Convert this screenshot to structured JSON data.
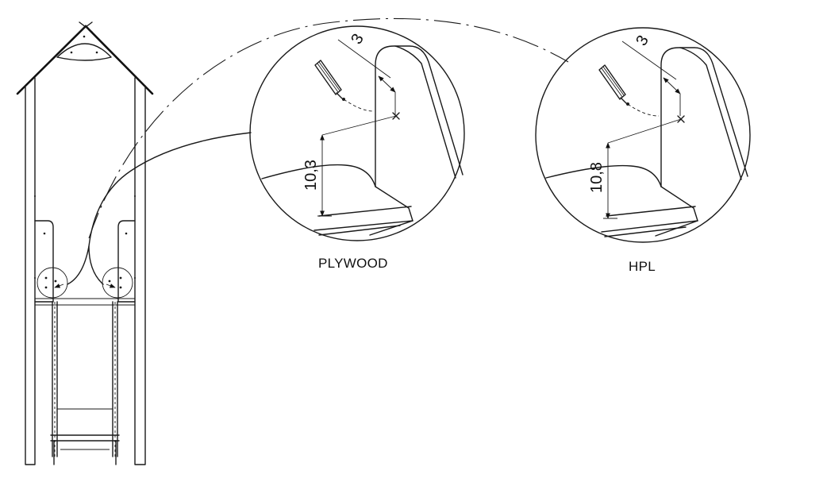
{
  "details": [
    {
      "label": "PLYWOOD",
      "dimension_gap": "3",
      "dimension_height": "10,3"
    },
    {
      "label": "HPL",
      "dimension_gap": "3",
      "dimension_height": "10,8"
    }
  ]
}
